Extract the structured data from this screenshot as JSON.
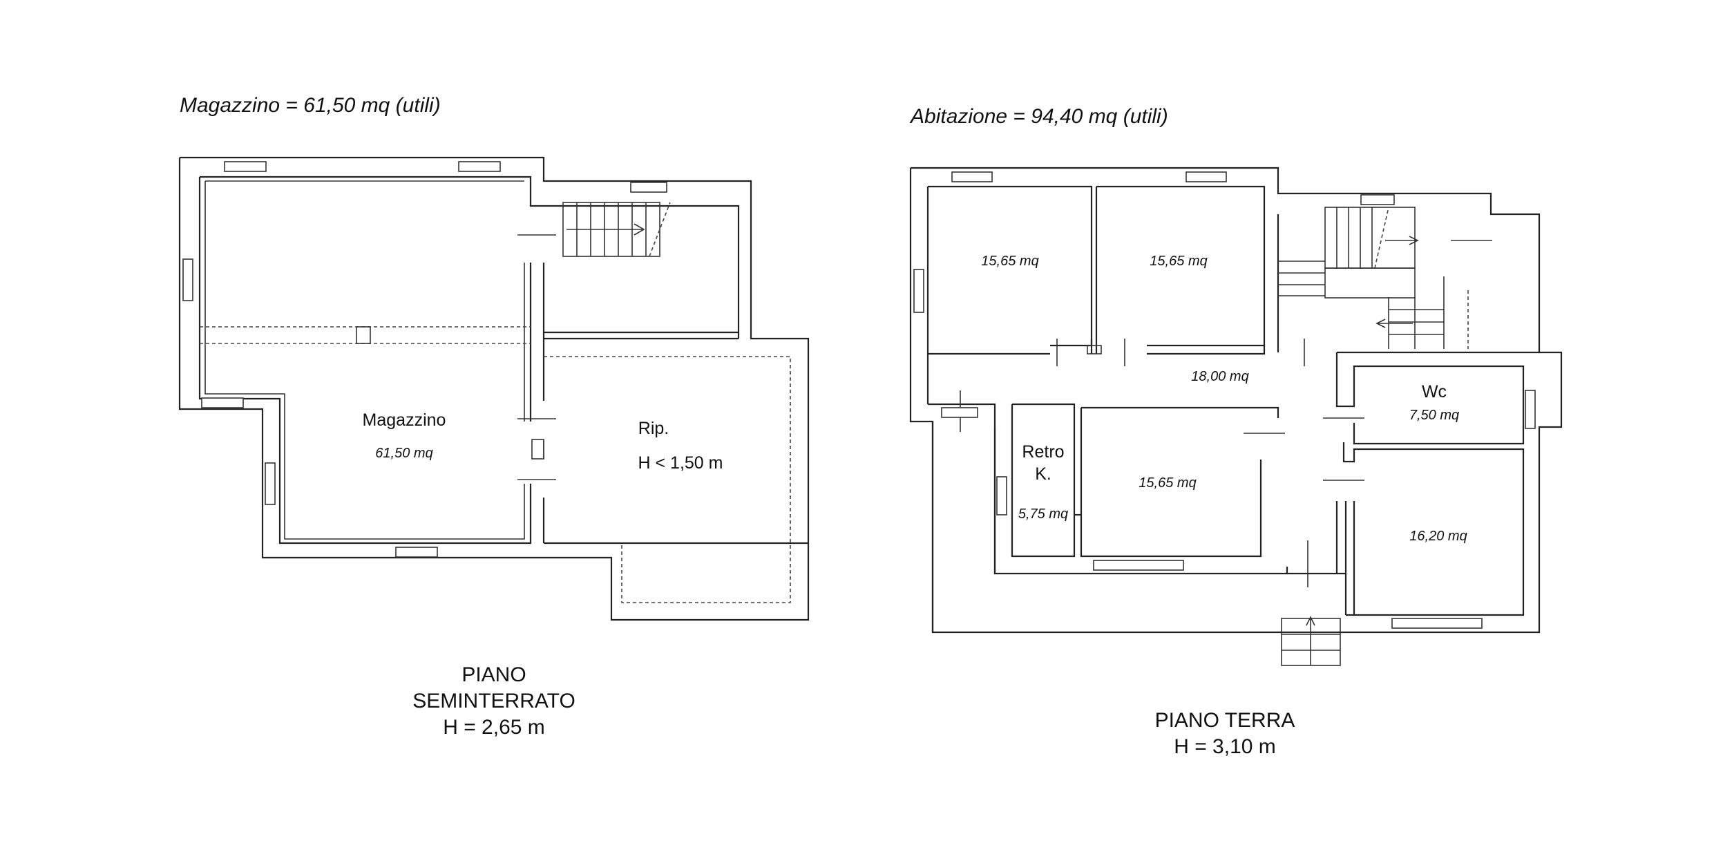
{
  "left_plan": {
    "header": "Magazzino = 61,50 mq (utili)",
    "room_name": "Magazzino",
    "room_area": "61,50 mq",
    "rip_name": "Rip.",
    "rip_height": "H < 1,50 m",
    "floor_title": [
      "PIANO",
      "SEMINTERRATO",
      "H = 2,65 m"
    ]
  },
  "right_plan": {
    "header": "Abitazione = 94,40 mq (utili)",
    "rooms": {
      "bed1_area": "15,65 mq",
      "bed2_area": "15,65 mq",
      "hall_area": "18,00 mq",
      "wc_name": "Wc",
      "wc_area": "7,50 mq",
      "retro_line1": "Retro",
      "retro_line2": "K.",
      "retro_area": "5,75 mq",
      "kitchen_area": "15,65 mq",
      "bed3_area": "16,20 mq"
    },
    "floor_title": [
      "PIANO TERRA",
      "H = 3,10 m"
    ]
  }
}
